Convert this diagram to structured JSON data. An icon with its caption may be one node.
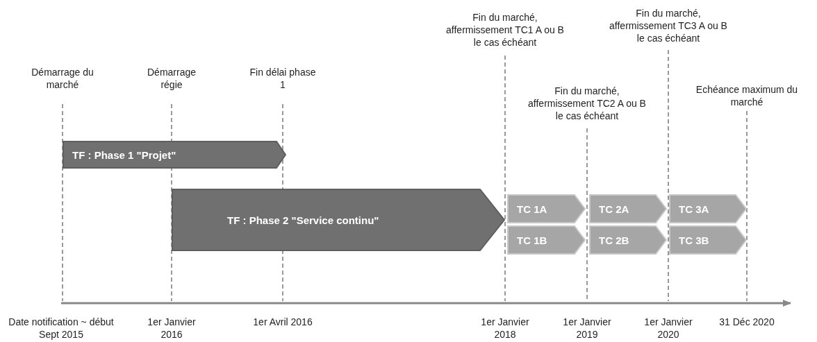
{
  "diagram": {
    "nodes": [
      {
        "text": [
          "TF : Phase 1 \"Projet\""
        ]
      },
      {
        "text": [
          "TF : Phase 2 \"Service continu\""
        ]
      },
      {
        "text": [
          "TC 1A"
        ]
      },
      {
        "text": [
          "TC 1B"
        ]
      },
      {
        "text": [
          "TC 2A"
        ]
      },
      {
        "text": [
          "TC 2B"
        ]
      },
      {
        "text": [
          "TC 3A"
        ]
      },
      {
        "text": [
          "TC 3B"
        ]
      }
    ],
    "labels": [
      "Démarrage du marché",
      "Démarrage régie",
      "Fin délai phase 1",
      "Fin du marché, affermissement TC1 A ou B le cas échéant",
      "Fin du marché, affermissement TC2 A ou B le cas échéant",
      "Fin du marché, affermissement TC3 A ou B le cas échéant",
      "Echéance maximum du marché",
      "Date notification ~ début Sept 2015",
      "1er Janvier 2016",
      "1er Avril 2016",
      "1er Janvier 2018",
      "1er Janvier 2019",
      "1er Janvier 2020",
      "31 Déc 2020"
    ]
  }
}
